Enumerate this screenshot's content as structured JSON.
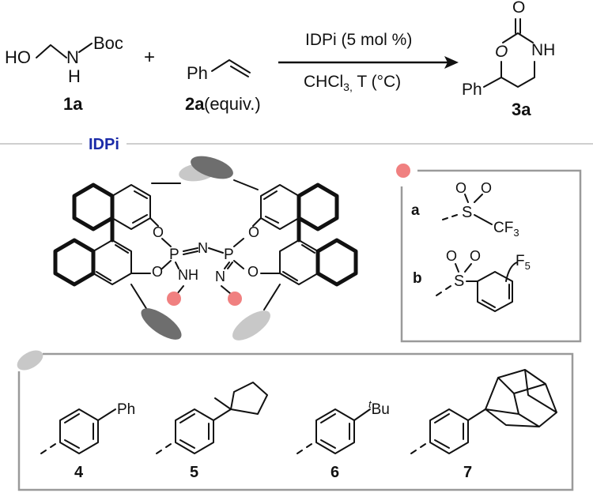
{
  "reaction": {
    "reactant1_label": "1a",
    "reactant2_label": "2a",
    "reactant2_note": "(equiv.)",
    "product_label": "3a",
    "plus": "+",
    "atoms": {
      "HO": "HO",
      "N": "N",
      "H": "H",
      "Boc": "Boc",
      "Ph": "Ph",
      "O": "O",
      "NH": "NH"
    },
    "conditions_above": "IDPi (5 mol %)",
    "conditions_below_prefix": "CHCl",
    "conditions_below_sub": "3,",
    "conditions_below_suffix": " T (°C)"
  },
  "catalyst": {
    "section_label": "IDPi",
    "section_label_color": "#1a2aa8",
    "atoms": {
      "O": "O",
      "P": "P",
      "N": "N",
      "NH": "NH"
    },
    "substituent_marker_color": "#f08080",
    "aryl_marker_dark": "#6e6e6e",
    "aryl_marker_light": "#c8c8c8"
  },
  "sulfonyl_box": {
    "option_a_label": "a",
    "option_b_label": "b",
    "atoms": {
      "S": "S",
      "O": "O",
      "CF": "CF",
      "CF_sub": "3",
      "F": "F",
      "F_sub": "5"
    }
  },
  "aryl_box": {
    "items": [
      {
        "label": "4",
        "group": "Ph"
      },
      {
        "label": "5",
        "group": ""
      },
      {
        "label": "6",
        "group_sup": "t",
        "group": "Bu"
      },
      {
        "label": "7",
        "group": ""
      }
    ]
  }
}
